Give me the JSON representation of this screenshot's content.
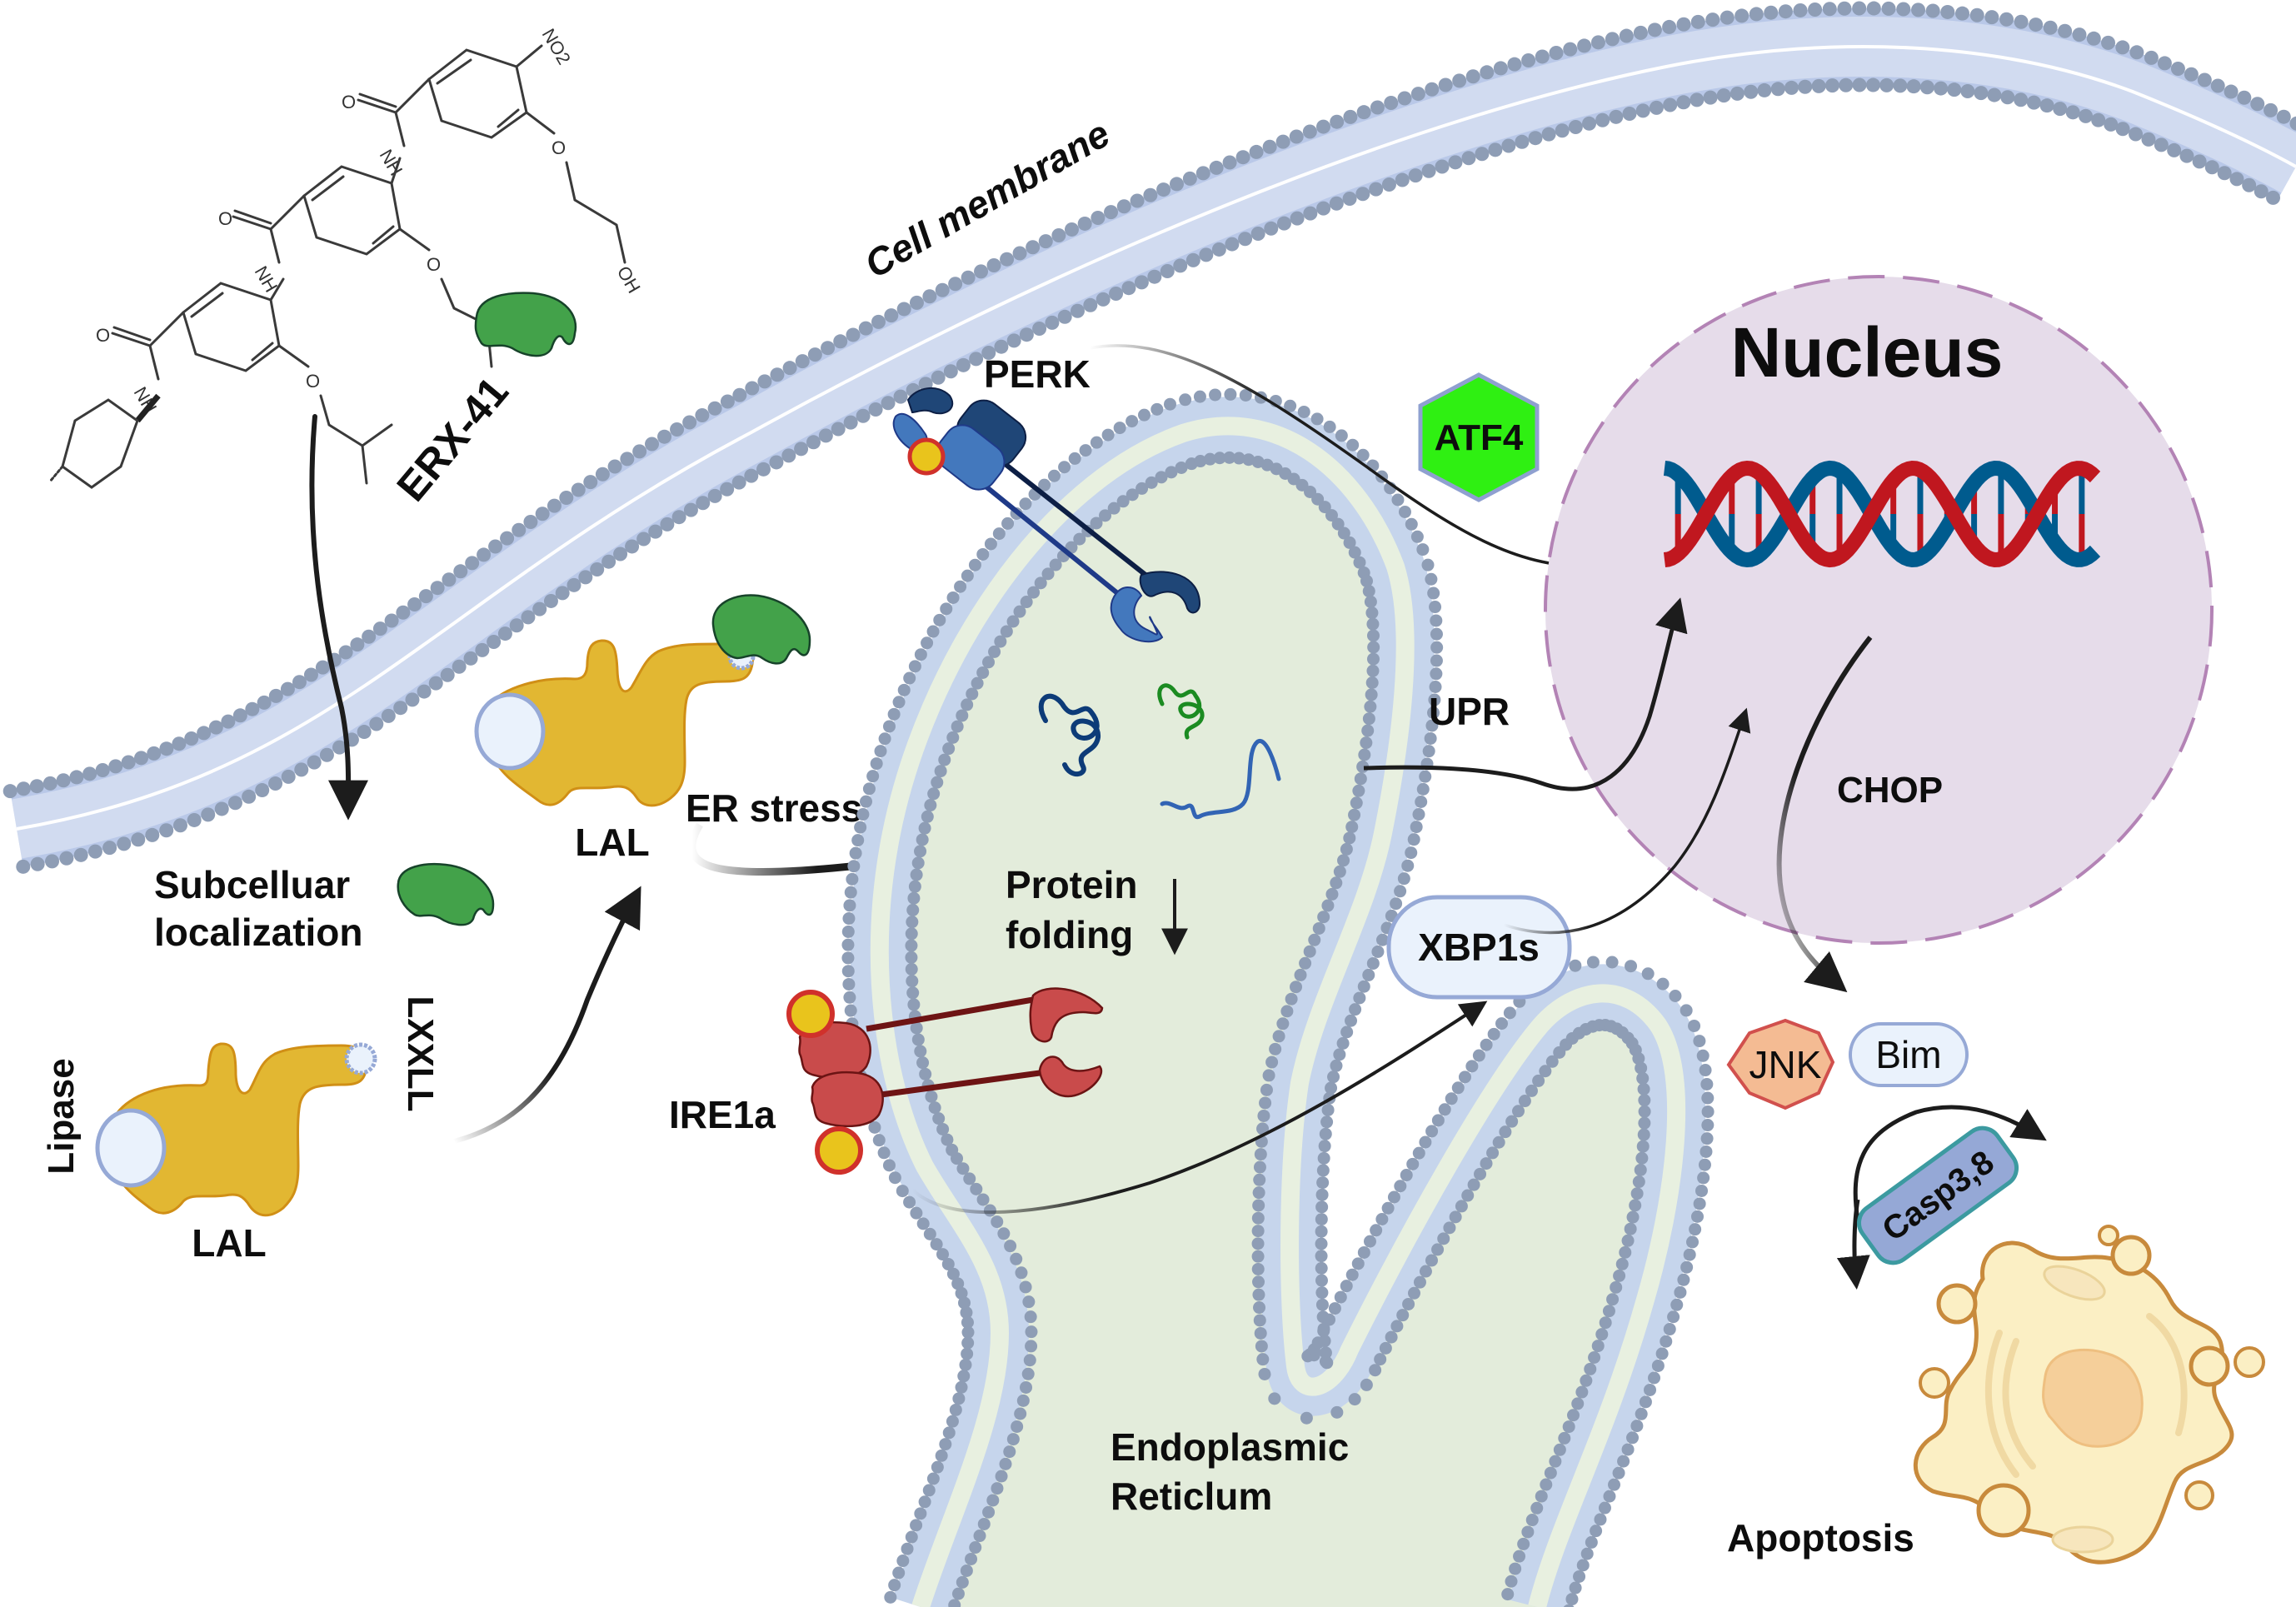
{
  "figure": {
    "title": "ERX-41 induced ER stress and apoptosis via LAL",
    "colors": {
      "membrane_head": "#8e9db5",
      "membrane_tail": "#b9c8e8",
      "er_lumen": "#e3ecdb",
      "nucleus_fill": "#e6dcea",
      "nucleus_border": "#b383b5",
      "dna_red": "#c0171f",
      "dna_blue": "#005b8e",
      "lal_fill": "#e2b732",
      "erx_protein": "#43a24a",
      "atf4_fill": "#2ff012",
      "ire1a_fill": "#c94b4b",
      "perk_dark": "#1f4677",
      "perk_light": "#4378bd",
      "jnk_fill": "#f4bb93",
      "casp_fill": "#95a8d6",
      "casp_border": "#3c9aa0",
      "apoptotic_cell": "#fbefc4"
    }
  },
  "labels": {
    "cell_membrane": "Cell membrane",
    "erx41": "ERX-41",
    "subcellular_line1": "Subcelluar",
    "subcellular_line2": "localization",
    "lipase": "Lipase",
    "lxxll": "LXXLL",
    "lal_bottom": "LAL",
    "lal_top": "LAL",
    "er_stress": "ER stress",
    "perk": "PERK",
    "atf4": "ATF4",
    "nucleus": "Nucleus",
    "upr": "UPR",
    "chop": "CHOP",
    "protein_line1": "Protein",
    "protein_line2": "folding",
    "xbp1s": "XBP1s",
    "ire1a": "IRE1a",
    "er_line1": "Endoplasmic",
    "er_line2": "Reticlum",
    "jnk": "JNK",
    "bim": "Bim",
    "casp": "Casp3,8",
    "apoptosis": "Apoptosis"
  },
  "chemical_structure": {
    "name": "ERX-41",
    "atoms": [
      "NO2",
      "O",
      "OH",
      "O",
      "NH",
      "O",
      "O",
      "NH",
      "O",
      "O",
      "NH"
    ]
  }
}
